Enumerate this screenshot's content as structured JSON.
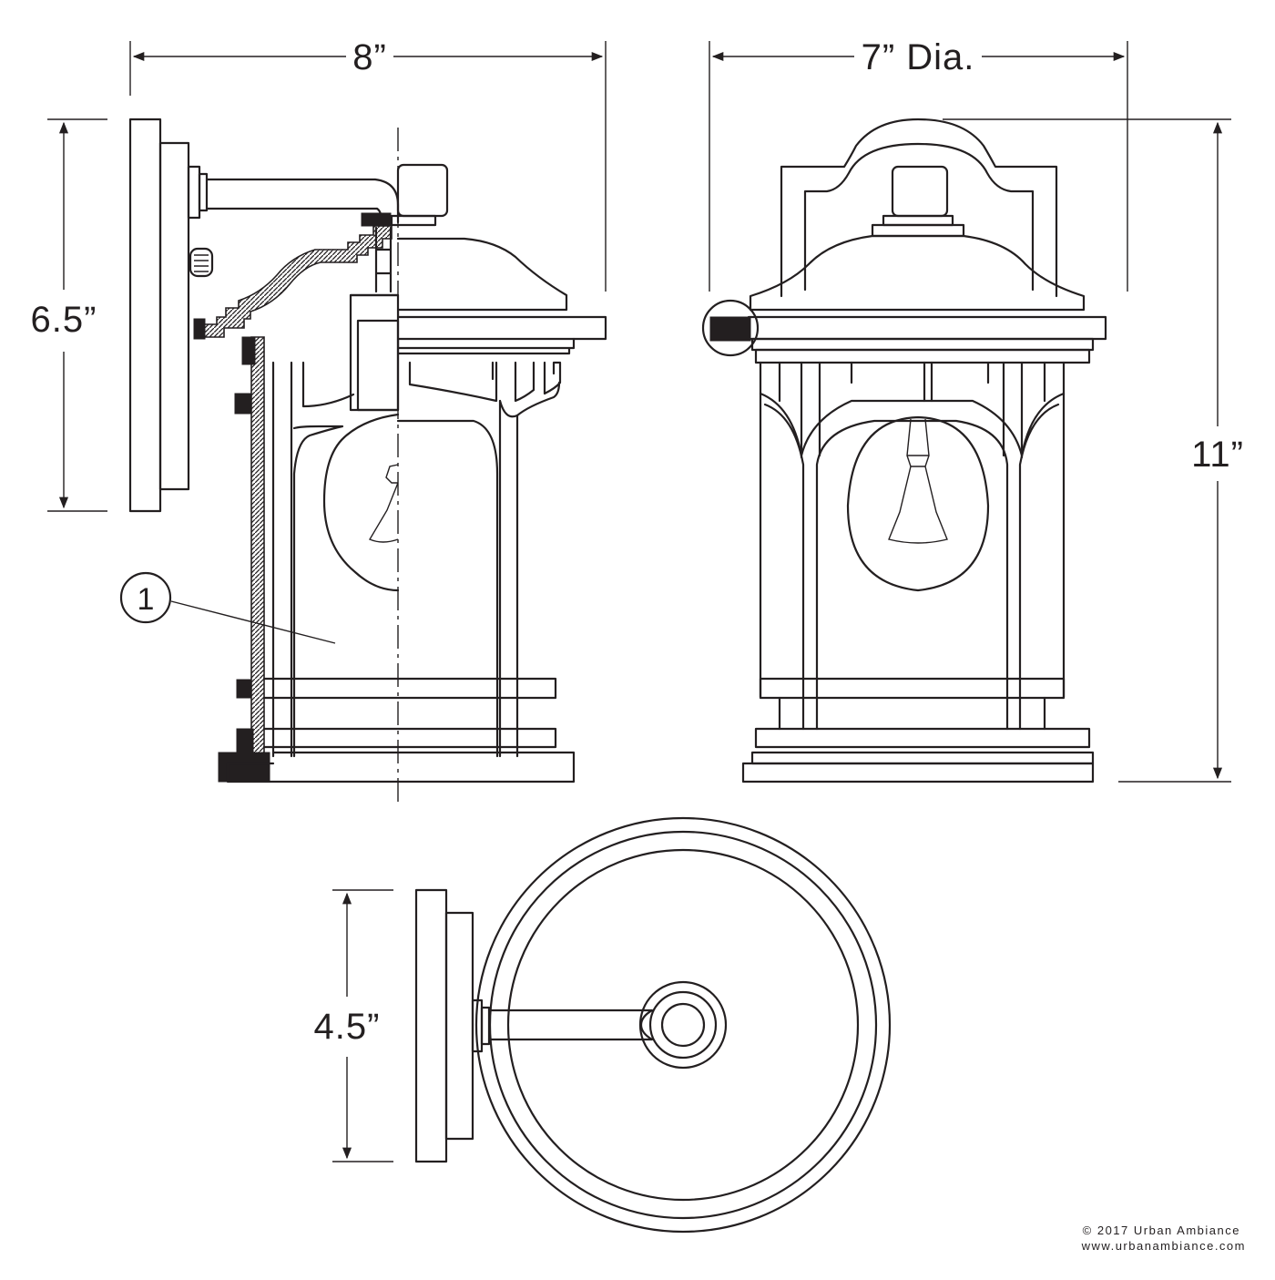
{
  "dimensions": {
    "width_top": "8”",
    "diameter_top": "7” Dia.",
    "height_left": "6.5”",
    "height_right": "11”",
    "backplate_width": "4.5”"
  },
  "callout": {
    "number": "1"
  },
  "footer": {
    "copyright": "© 2017 Urban Ambiance",
    "website": "www.urbanambiance.com"
  },
  "colors": {
    "line": "#231f20",
    "background": "#ffffff"
  }
}
